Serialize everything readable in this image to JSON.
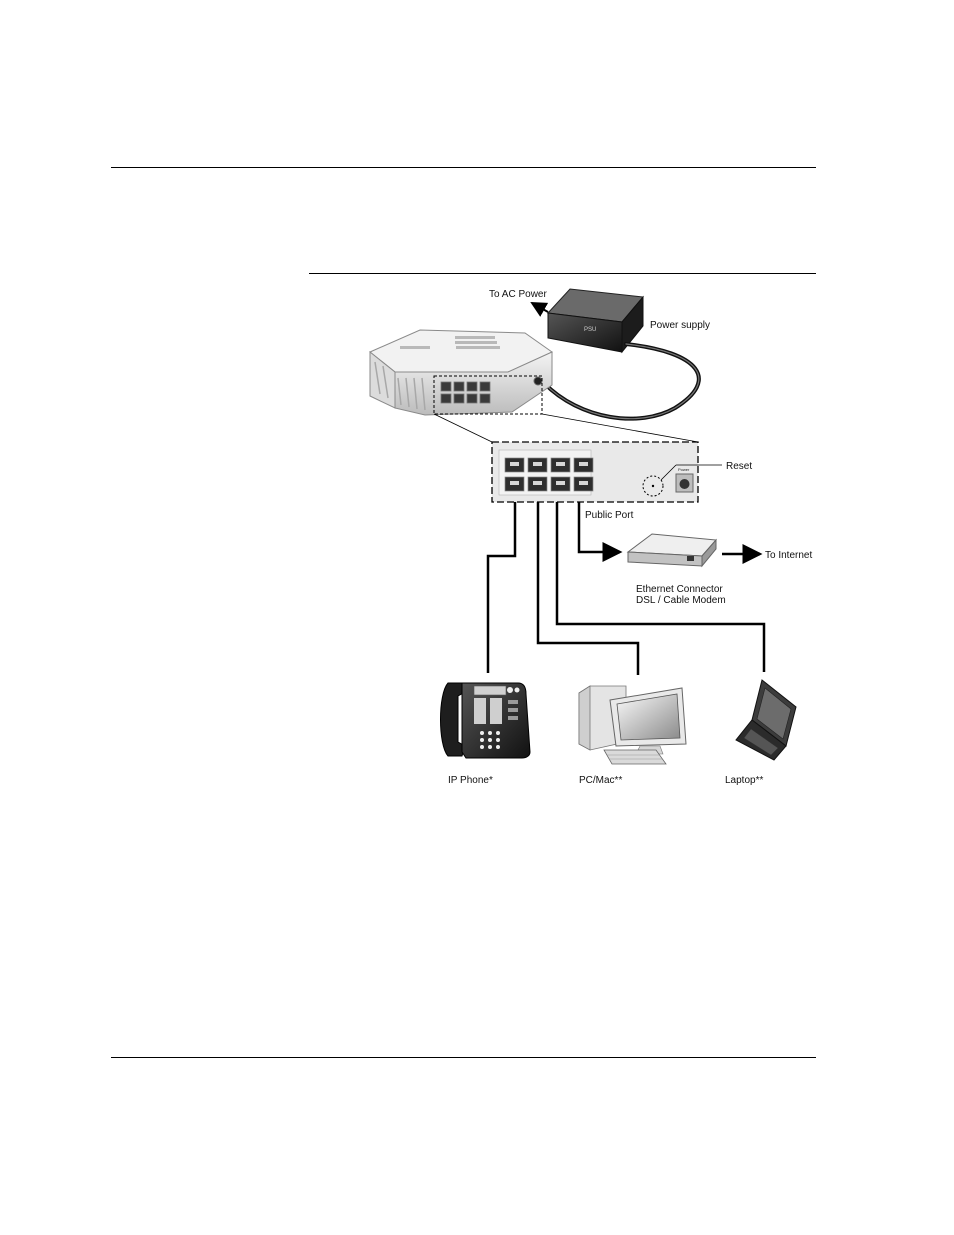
{
  "labels": {
    "to_ac_power": "To AC Power",
    "power_supply": "Power supply",
    "reset": "Reset",
    "public_port": "Public Port",
    "to_internet": "To Internet",
    "modem_line1": "Ethernet Connector",
    "modem_line2": "DSL / Cable Modem",
    "ip_phone": "IP Phone*",
    "pc_mac": "PC/Mac**",
    "laptop": "Laptop**",
    "power_button": "Power",
    "psu_brand": "PSU"
  },
  "colors": {
    "line": "#000000",
    "device_light": "#e6e6e6",
    "device_mid": "#bdbdbd",
    "device_dark": "#2a2a2a"
  }
}
